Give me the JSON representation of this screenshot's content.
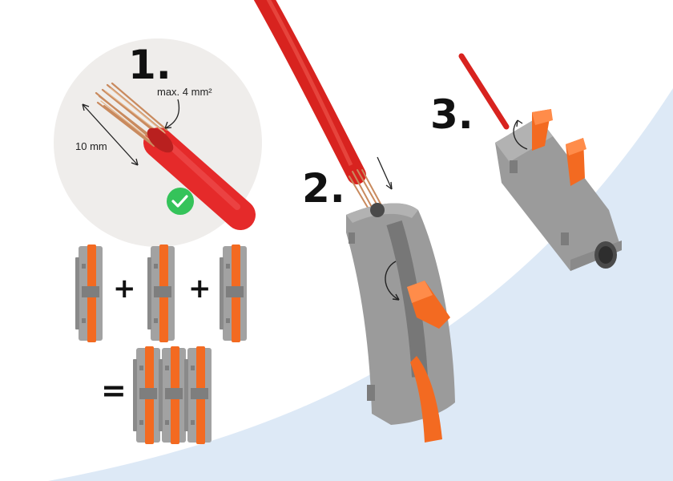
{
  "steps": {
    "step1": "1.",
    "step2": "2.",
    "step3": "3."
  },
  "labels": {
    "strip_length": "10 mm",
    "max_cross_section": "max. 4 mm²"
  },
  "operators": {
    "plus1": "+",
    "plus2": "+",
    "equals": "="
  },
  "icons": {
    "check": "check-icon"
  },
  "colors": {
    "wire_red": "#e52a2a",
    "lever_orange": "#f36a21",
    "housing_grey": "#9a9a9a",
    "circle_bg": "#efedeb",
    "wave_blue": "#dde9f6",
    "check_green": "#35c35a",
    "copper": "#c98a5e"
  }
}
